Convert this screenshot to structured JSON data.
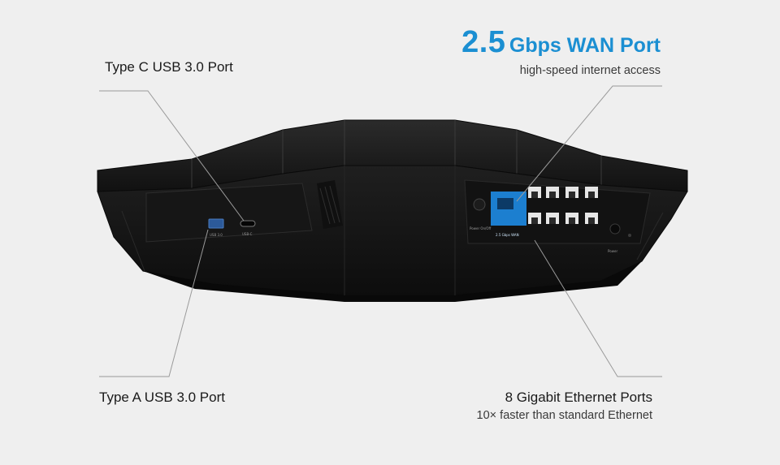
{
  "labels": {
    "type_c": "Type C USB 3.0 Port",
    "type_a": "Type A USB 3.0 Port",
    "wan_number": "2.5",
    "wan_rest": "Gbps WAN Port",
    "wan_sub": "high-speed internet access",
    "eth_title": "8 Gigabit Ethernet Ports",
    "eth_sub": "10× faster than standard Ethernet"
  },
  "device_text": {
    "usb30": "USB 3.0",
    "usbc": "USB-C",
    "power_onoff": "Power On/Off",
    "wan_tag": "2.5 Gbps WAN",
    "power": "Power"
  },
  "colors": {
    "background": "#efefef",
    "accent": "#1b8fd2",
    "device": "#1a1a1a"
  }
}
